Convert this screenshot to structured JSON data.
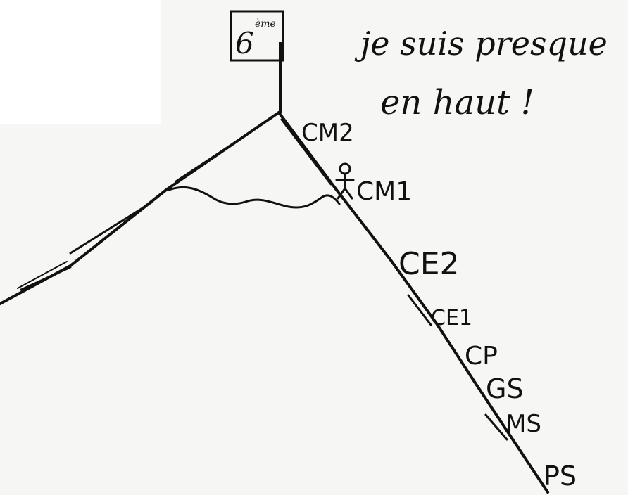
{
  "summit_sign": {
    "text": "6",
    "sup": "ème"
  },
  "speech": {
    "line1": "je suis presque",
    "line2": "en haut !"
  },
  "levels": [
    {
      "id": "cm2",
      "text": "CM2"
    },
    {
      "id": "cm1",
      "text": "CM1"
    },
    {
      "id": "ce2",
      "text": "CE2"
    },
    {
      "id": "ce1",
      "text": "CE1"
    },
    {
      "id": "cp",
      "text": "CP"
    },
    {
      "id": "gs",
      "text": "GS"
    },
    {
      "id": "ms",
      "text": "MS"
    },
    {
      "id": "ps",
      "text": "PS"
    }
  ],
  "colors": {
    "ink": "#111111",
    "paper": "#f6f6f4",
    "patch": "#ffffff"
  },
  "icons": {
    "climber": "stick-figure-icon",
    "flag": "summit-flag-icon"
  }
}
